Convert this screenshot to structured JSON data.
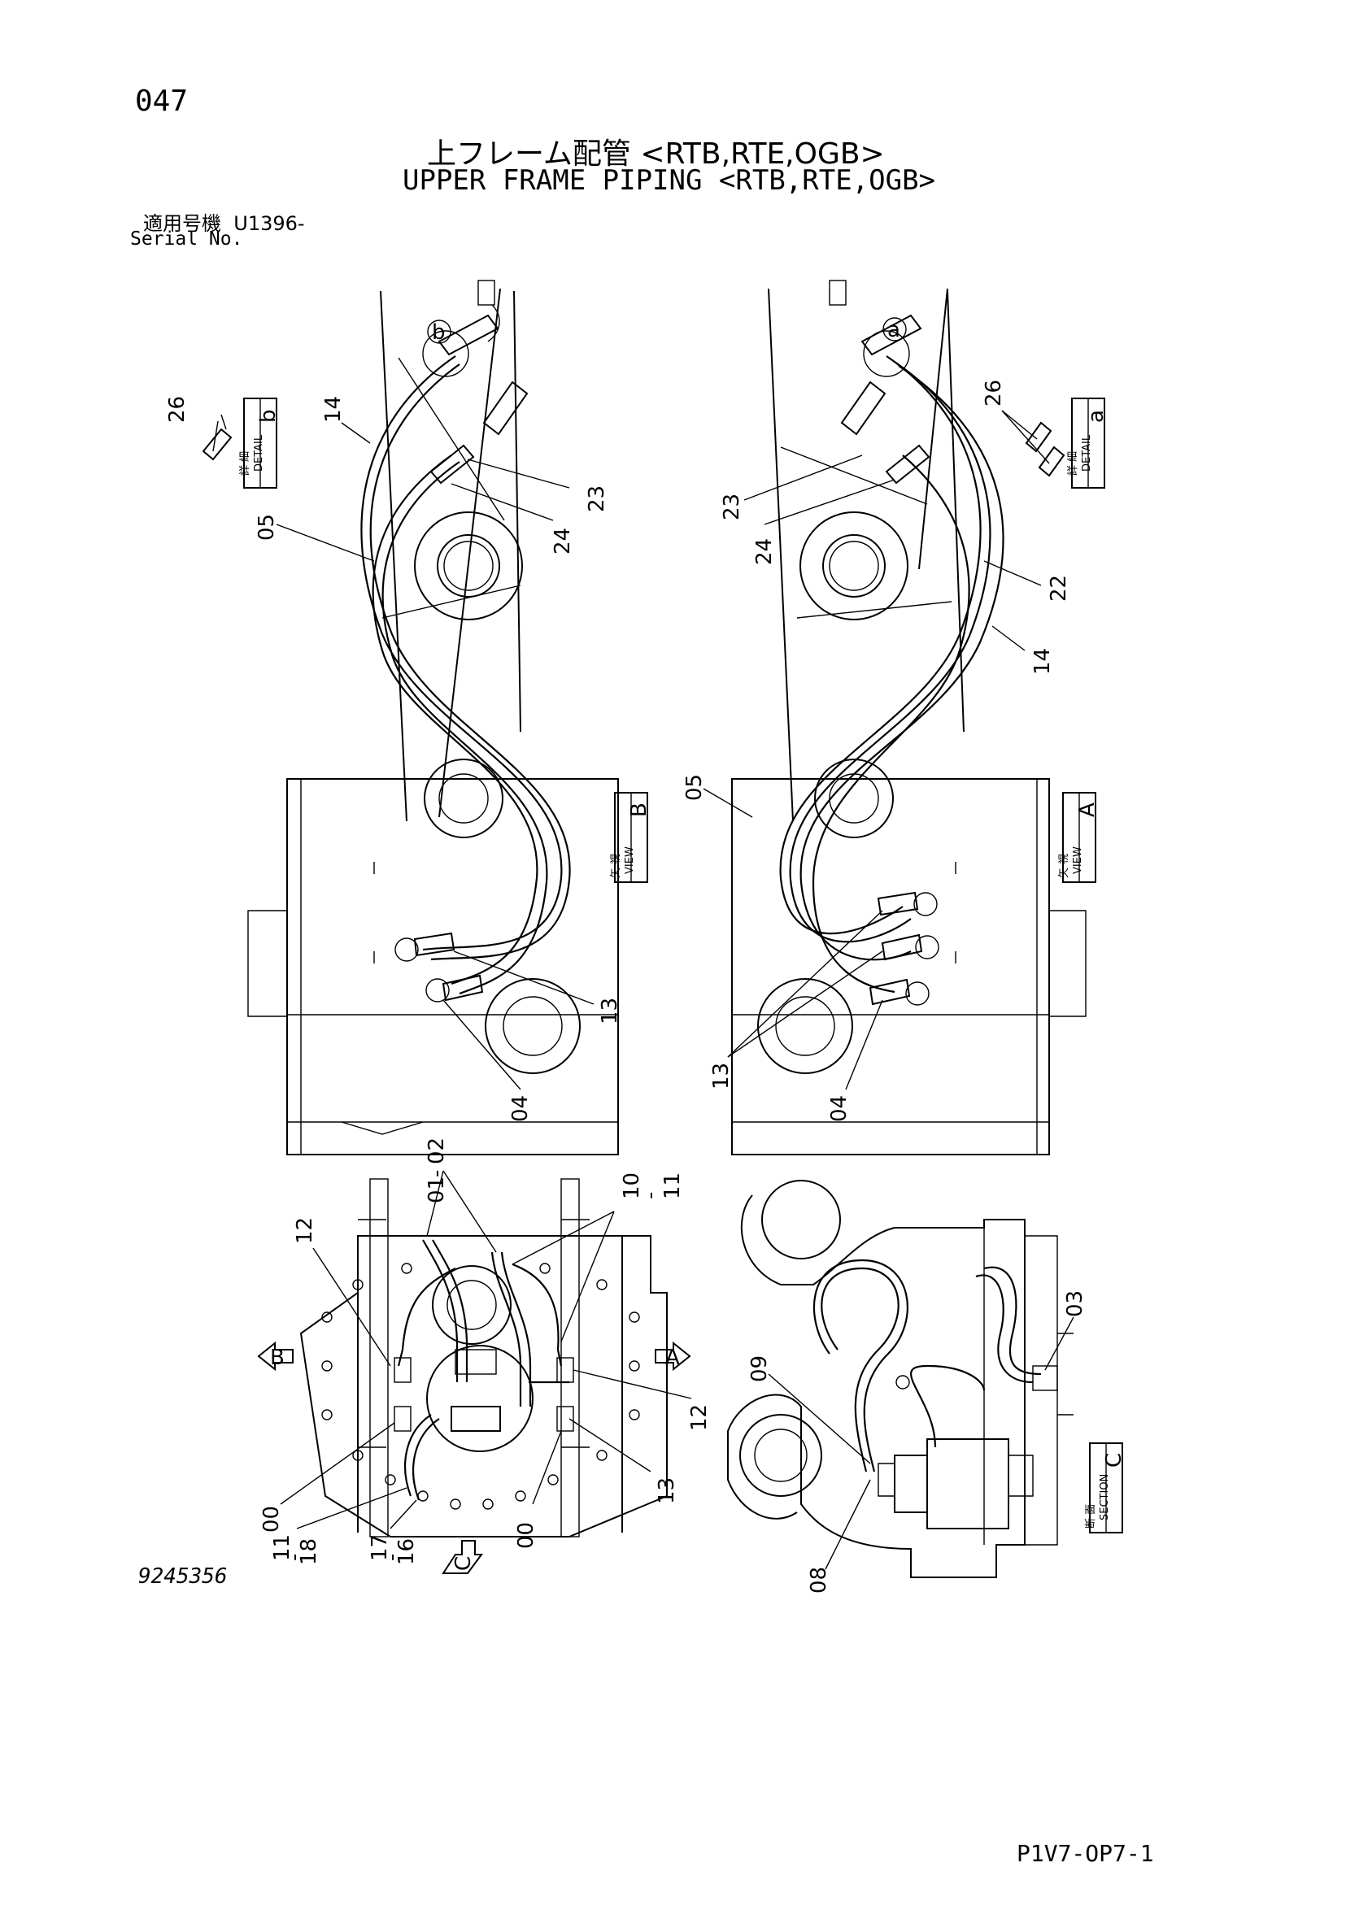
{
  "header": {
    "page_no": "047",
    "title_jp": "上フレーム配管 <RTB,RTE,OGB>",
    "title_en": "UPPER FRAME PIPING <RTB,RTE,OGB>",
    "serial_label_jp": "適用号機",
    "serial_value": "U1396-",
    "serial_label_en": "Serial No."
  },
  "footer": {
    "doc_number": "9245356",
    "page_code": "P1V7-OP7-1"
  },
  "views": {
    "detail_b": {
      "jp": "詳 細",
      "en": "DETAIL",
      "letter": "b"
    },
    "detail_a": {
      "jp": "詳 細",
      "en": "DETAIL",
      "letter": "a"
    },
    "view_b": {
      "jp": "矢 視",
      "en": "VIEW",
      "letter": "B"
    },
    "view_a": {
      "jp": "矢 視",
      "en": "VIEW",
      "letter": "A"
    },
    "section_c": {
      "jp": "断 面",
      "en": "SECTION",
      "letter": "C"
    }
  },
  "markers": {
    "a": "a",
    "b": "b",
    "A": "A",
    "B": "B",
    "C": "C"
  },
  "callouts": {
    "tl_26": "26",
    "tl_14": "14",
    "tl_05": "05",
    "tl_23": "23",
    "tl_24": "24",
    "tl_13": "13",
    "tl_04": "04",
    "tr_26": "26",
    "tr_23": "23",
    "tr_24": "24",
    "tr_22": "22",
    "tr_14": "14",
    "tr_05": "05",
    "tr_13": "13",
    "tr_04": "04",
    "bl_02": "02",
    "bl_dash1": "-",
    "bl_01": "01",
    "bl_12a": "12",
    "bl_10": "10",
    "bl_dash2": "-",
    "bl_11a": "11",
    "bl_12b": "12",
    "bl_00a": "00",
    "bl_13": "13",
    "bl_00b": "00",
    "bl_11b": "11",
    "bl_dash3": "-",
    "bl_18": "18",
    "bl_17": "17",
    "bl_dash4": "-",
    "bl_16": "16",
    "br_09": "09",
    "br_03": "03",
    "br_08": "08"
  }
}
